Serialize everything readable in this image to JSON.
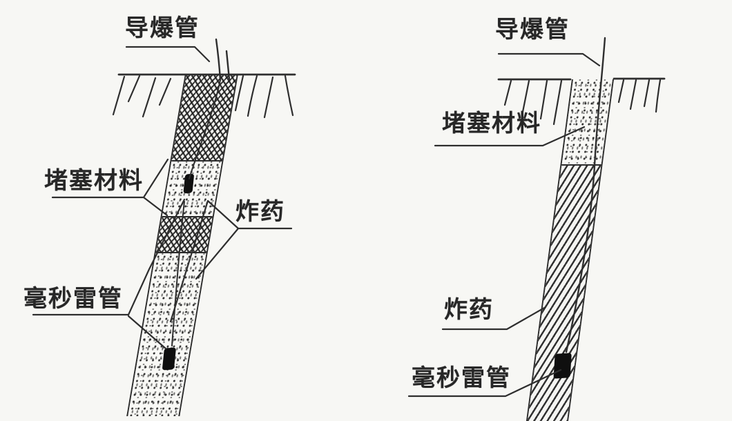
{
  "figure": {
    "ink_color": "#2e2e2e",
    "background_color": "#f7f7f4",
    "left_diagram": {
      "labels": {
        "detonating_tube": "导爆管",
        "stemming_material": "堵塞材料",
        "explosive": "炸药",
        "millisecond_detonator": "毫秒雷管"
      }
    },
    "right_diagram": {
      "labels": {
        "detonating_tube": "导爆管",
        "stemming_material": "堵塞材料",
        "explosive": "炸药",
        "millisecond_detonator": "毫秒雷管"
      }
    }
  }
}
